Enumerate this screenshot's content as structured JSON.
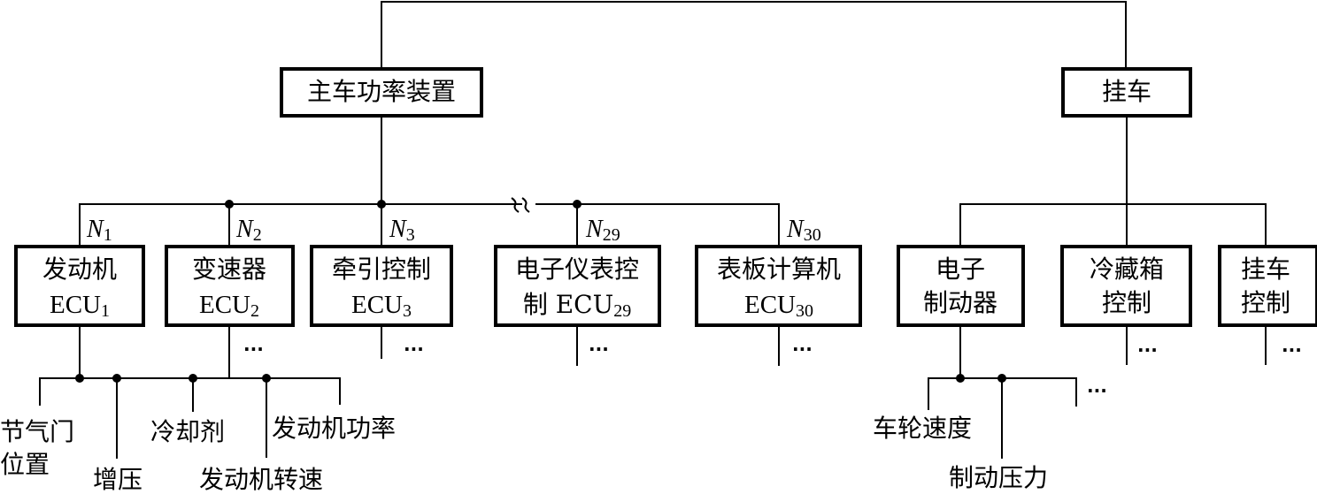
{
  "diagram": {
    "top_nodes": {
      "main_power": "主车功率装置",
      "trailer": "挂车"
    },
    "nodes": [
      {
        "id": "N1",
        "label": "N",
        "sub": "1",
        "line1": "发动机",
        "line2_text": "ECU",
        "line2_sub": "1"
      },
      {
        "id": "N2",
        "label": "N",
        "sub": "2",
        "line1": "变速器",
        "line2_text": "ECU",
        "line2_sub": "2"
      },
      {
        "id": "N3",
        "label": "N",
        "sub": "3",
        "line1": "牵引控制",
        "line2_text": "ECU",
        "line2_sub": "3"
      },
      {
        "id": "N29",
        "label": "N",
        "sub": "29",
        "line1": "电子仪表控",
        "line2_text": "制 ECU",
        "line2_sub": "29"
      },
      {
        "id": "N30",
        "label": "N",
        "sub": "30",
        "line1": "表板计算机",
        "line2_text": "ECU",
        "line2_sub": "30"
      }
    ],
    "trailer_nodes": [
      {
        "line1": "电子",
        "line2": "制动器"
      },
      {
        "line1": "冷藏箱",
        "line2": "控制"
      },
      {
        "line1": "挂车",
        "line2": "控制"
      }
    ],
    "engine_signals": [
      "节气门",
      "位置",
      "增压",
      "冷却剂",
      "发动机转速",
      "发动机功率"
    ],
    "brake_signals": [
      "车轮速度",
      "制动压力"
    ],
    "ellipsis": "···"
  }
}
